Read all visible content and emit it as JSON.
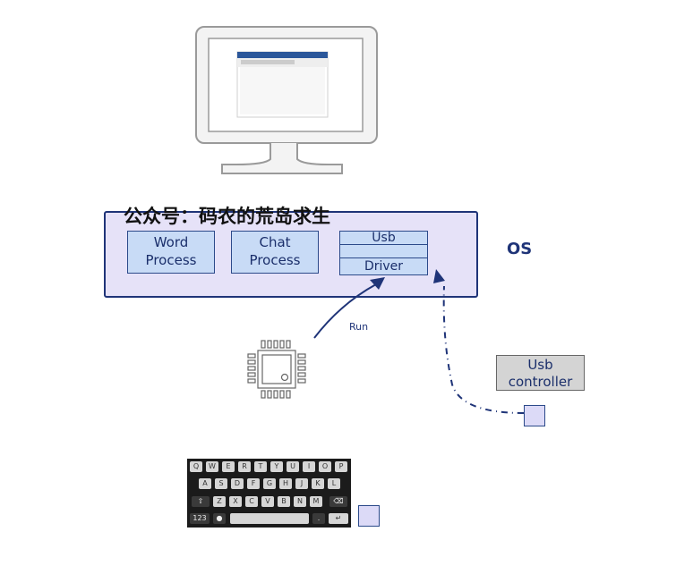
{
  "watermark": "公众号：码农的荒岛求生",
  "os": {
    "label": "OS"
  },
  "processes": [
    {
      "line1": "Word",
      "line2": "Process"
    },
    {
      "line1": "Chat",
      "line2": "Process"
    }
  ],
  "driver_stack": {
    "top": "Usb",
    "bottom": "Driver"
  },
  "usb_controller": {
    "line1": "Usb",
    "line2": "controller"
  },
  "run_label": "Run",
  "keyboard": {
    "row1": [
      "Q",
      "W",
      "E",
      "R",
      "T",
      "Y",
      "U",
      "I",
      "O",
      "P"
    ],
    "row2": [
      "A",
      "S",
      "D",
      "F",
      "G",
      "H",
      "J",
      "K",
      "L"
    ],
    "row3": [
      "Z",
      "X",
      "C",
      "V",
      "B",
      "N",
      "M"
    ],
    "num_key": "123",
    "dot_key": "."
  },
  "colors": {
    "os_fill": "#e6e2f8",
    "box_fill": "#c8dbf6",
    "stroke": "#1f3478",
    "controller_fill": "#d4d4d4"
  }
}
